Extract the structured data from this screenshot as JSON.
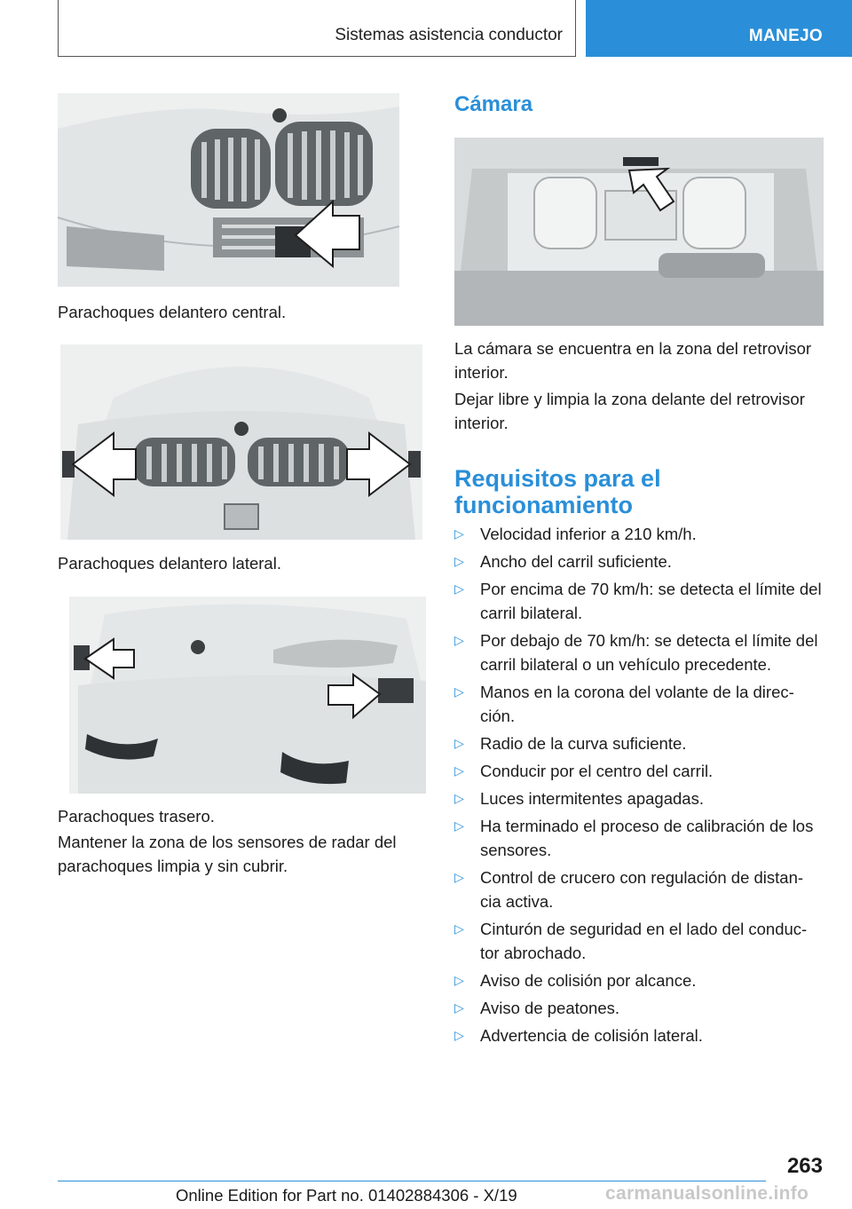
{
  "header": {
    "section_title": "Sistemas asistencia conductor",
    "chapter": "MANEJO"
  },
  "left": {
    "caption_front_center": "Parachoques delantero central.",
    "caption_front_lateral": "Parachoques delantero lateral.",
    "caption_rear": "Parachoques trasero.",
    "rear_note": "Mantener la zona de los sensores de radar del parachoques limpia y sin cubrir."
  },
  "camera": {
    "heading": "Cámara",
    "para1": "La cámara se encuentra en la zona del retrovisor interior.",
    "para2": "Dejar libre y limpia la zona delante del retrovisor interior."
  },
  "requirements": {
    "heading": "Requisitos para el funcionamiento",
    "items": [
      "Velocidad inferior a 210 km/h.",
      "Ancho del carril suficiente.",
      "Por encima de 70 km/h: se detecta el límite del carril bilateral.",
      "Por debajo de 70 km/h: se detecta el límite del carril bilateral o un vehículo precedente.",
      "Manos en la corona del volante de la direc‐ ción.",
      "Radio de la curva suficiente.",
      "Conducir por el centro del carril.",
      "Luces intermitentes apagadas.",
      "Ha terminado el proceso de calibración de los sensores.",
      "Control de crucero con regulación de distan‐ cia activa.",
      "Cinturón de seguridad en el lado del conduc‐ tor abrochado.",
      "Aviso de colisión por alcance.",
      "Aviso de peatones.",
      "Advertencia de colisión lateral."
    ],
    "bullet_symbol": "▷"
  },
  "footer": {
    "page_number": "263",
    "edition": "Online Edition for Part no. 01402884306 - X/19",
    "watermark": "carmanualsonline.info"
  },
  "colors": {
    "accent": "#2a8fd8",
    "text": "#1c1c1c"
  }
}
